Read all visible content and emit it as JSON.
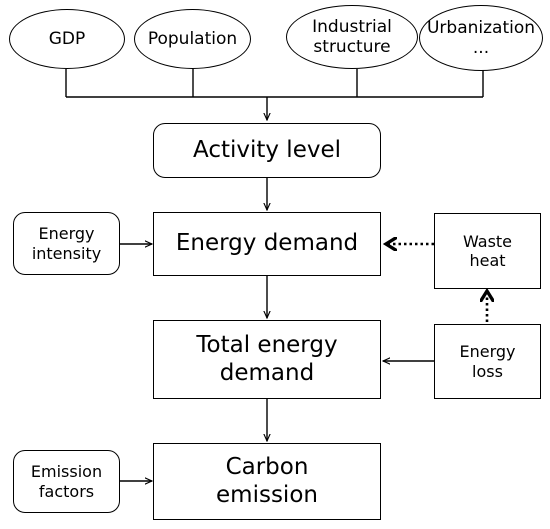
{
  "factors": [
    {
      "label": "GDP"
    },
    {
      "label": "Population"
    },
    {
      "label": "Industrial structure"
    },
    {
      "label": "Urbanization ..."
    }
  ],
  "activity_level": "Activity level",
  "energy_intensity": "Energy intensity",
  "energy_demand": "Energy demand",
  "waste_heat": "Waste heat",
  "total_energy_demand": "Total energy demand",
  "energy_loss": "Energy loss",
  "emission_factors": "Emission factors",
  "carbon_emission": "Carbon emission"
}
